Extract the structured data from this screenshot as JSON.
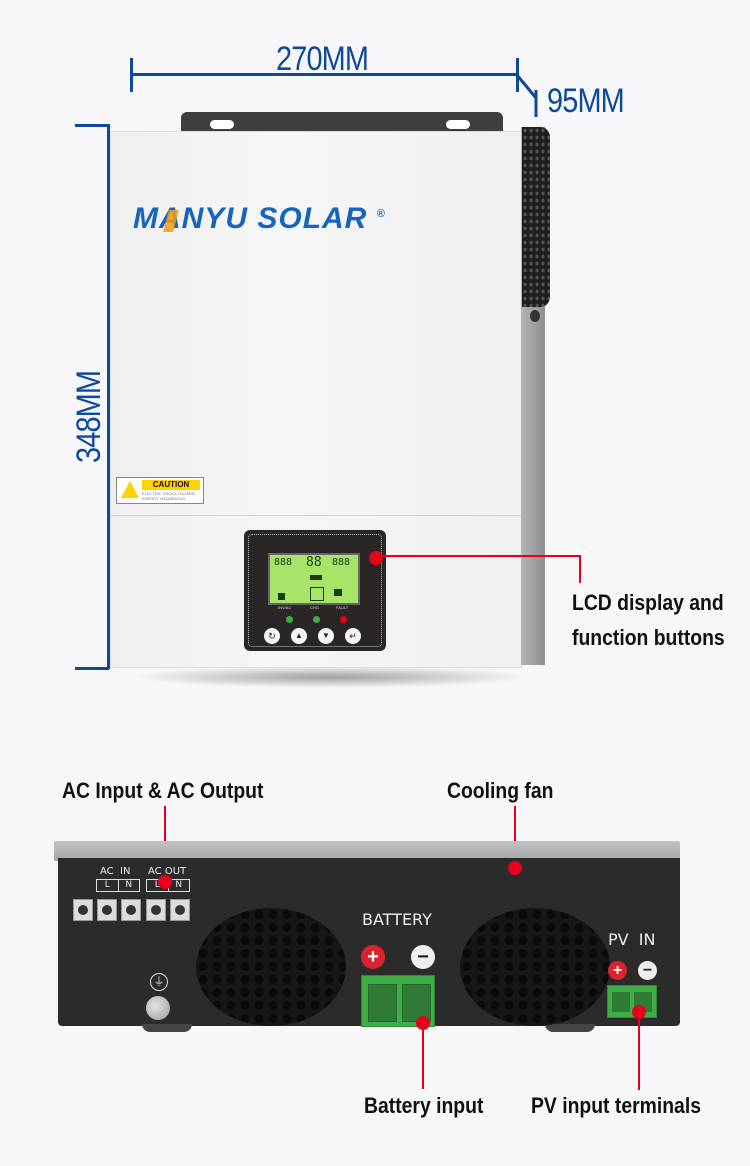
{
  "dimensions": {
    "width": "270MM",
    "depth": "95MM",
    "height": "348MM"
  },
  "front": {
    "brand": {
      "text_part1": "MANYU",
      "text_part2": "SOLAR",
      "registered": "®",
      "colors": {
        "blue": "#1565c0",
        "orange": "#f39c12"
      }
    },
    "caution_label": {
      "title": "CAUTION",
      "line1": "ELECTRIC SHOCK HAZARD",
      "line2": "ENERGY HAZARDOUS"
    },
    "lcd": {
      "digits_left": "888",
      "digits_center": "88",
      "digits_right": "888",
      "indicators": [
        {
          "label": "INV/AC",
          "color": "#3fae49"
        },
        {
          "label": "CHG",
          "color": "#3fae49"
        },
        {
          "label": "FAULT",
          "color": "#e8001c"
        }
      ],
      "buttons": [
        {
          "label": "ESC",
          "symbol": "↻"
        },
        {
          "label": "UP",
          "symbol": "▲"
        },
        {
          "label": "DOWN",
          "symbol": "▼"
        },
        {
          "label": "ENTER",
          "symbol": "↵"
        }
      ]
    }
  },
  "callouts": {
    "lcd": "LCD display and",
    "lcd_line2": "function buttons",
    "ac": "AC Input & AC Output",
    "fan": "Cooling fan",
    "battery": "Battery input",
    "pv": "PV input terminals"
  },
  "bottom_panel": {
    "ac_in_label": "AC  IN",
    "ac_out_label": "AC OUT",
    "terminal_l": "L",
    "terminal_n": "N",
    "battery_label": "BATTERY",
    "pv_label": "PV  IN",
    "plus": "+",
    "minus": "−",
    "ground_symbol": "⏚"
  },
  "colors": {
    "dimension": "#0d4a9a",
    "callout_line": "#e8001c",
    "terminal_green": "#3fae49"
  }
}
